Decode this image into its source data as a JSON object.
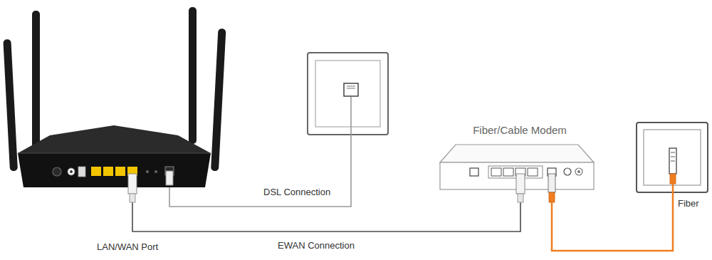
{
  "diagram": {
    "nodes": [
      {
        "text": [
          "LAN/WAN Port"
        ]
      },
      {
        "text": [
          "Fiber/Cable Modem"
        ]
      },
      {
        "text": [
          "Fiber"
        ]
      }
    ],
    "edges": [
      {
        "from": 0,
        "to": 1,
        "arrow": "none",
        "label": "EWAN Connection"
      },
      {
        "from": 1,
        "to": 2,
        "arrow": "none"
      }
    ],
    "labels": [
      "DSL Connection"
    ]
  }
}
